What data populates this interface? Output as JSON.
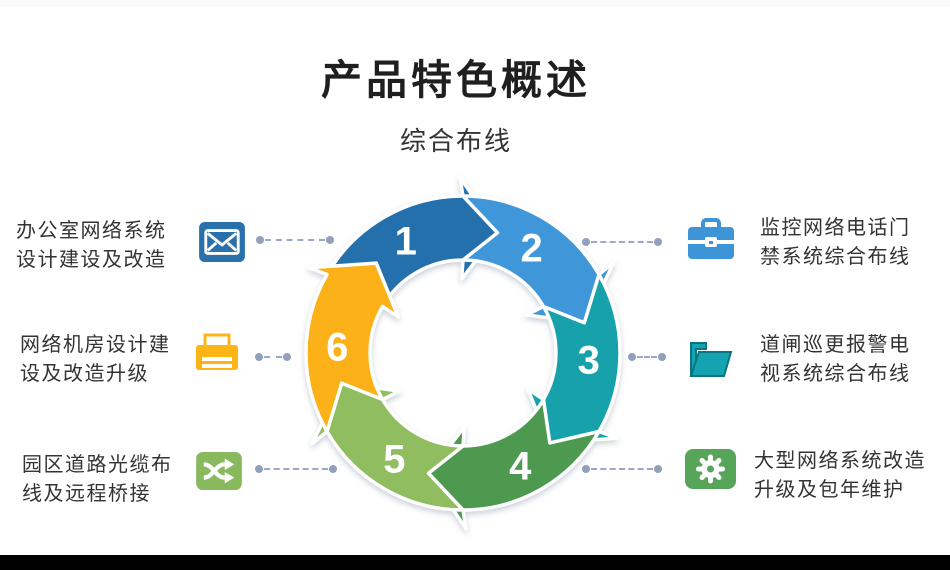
{
  "page": {
    "title": "产品特色概述",
    "subtitle": "综合布线"
  },
  "ring": {
    "segments": [
      {
        "label": "1",
        "color": "#2470ad"
      },
      {
        "label": "2",
        "color": "#3f97d9"
      },
      {
        "label": "3",
        "color": "#17a2ab"
      },
      {
        "label": "4",
        "color": "#4e9950"
      },
      {
        "label": "5",
        "color": "#8fbd5f"
      },
      {
        "label": "6",
        "color": "#fbb117"
      }
    ]
  },
  "features": [
    {
      "side": "left",
      "line1": "办公室网络系统",
      "line2": "设计建设及改造",
      "icon": "mail-icon",
      "icon_color": "#2a71ac"
    },
    {
      "side": "left",
      "line1": "网络机房设计建",
      "line2": "设及改造升级",
      "icon": "printer-icon",
      "icon_color": "#fcb515"
    },
    {
      "side": "left",
      "line1": "园区道路光缆布",
      "line2": "线及远程桥接",
      "icon": "shuffle-icon",
      "icon_color": "#88b95c"
    },
    {
      "side": "right",
      "line1": "监控网络电话门",
      "line2": "禁系统综合布线",
      "icon": "briefcase-icon",
      "icon_color": "#3d95d8"
    },
    {
      "side": "right",
      "line1": "道闸巡更报警电",
      "line2": "视系统综合布线",
      "icon": "folder-icon",
      "icon_color": "#14a3b0",
      "icon_stroke": "#0a7580"
    },
    {
      "side": "right",
      "line1": "大型网络系统改造",
      "line2": "升级及包年维护",
      "icon": "gear-icon",
      "icon_color": "#57a559"
    }
  ],
  "colors": {
    "connector": "#93a0bc",
    "text": "#333333",
    "title": "#1f1f1f",
    "bottom_bar": "#000000"
  }
}
